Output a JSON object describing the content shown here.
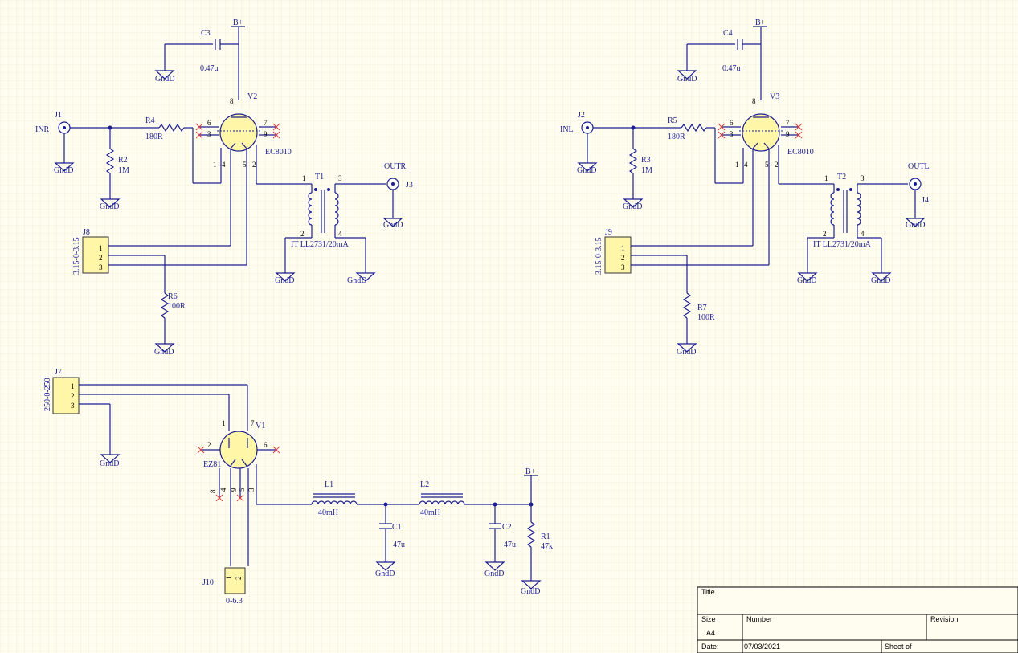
{
  "labels": {
    "bplus_r": "B+",
    "bplus_l": "B+",
    "bplus_psu": "B+",
    "c3": "C3",
    "c3_val": "0.47u",
    "c4": "C4",
    "c4_val": "0.47u",
    "v2": "V2",
    "v2_type": "EC8010",
    "v3": "V3",
    "v3_type": "EC8010",
    "v1": "V1",
    "v1_type": "EZ81",
    "j1": "J1",
    "j1_net": "INR",
    "j2": "J2",
    "j2_net": "INL",
    "j3": "J3",
    "j3_net": "OUTR",
    "j4": "J4",
    "j4_net": "OUTL",
    "r4": "R4",
    "r4_val": "180R",
    "r5": "R5",
    "r5_val": "180R",
    "r2": "R2",
    "r2_val": "1M",
    "r3": "R3",
    "r3_val": "1M",
    "r6": "R6",
    "r6_val": "100R",
    "r7": "R7",
    "r7_val": "100R",
    "r1": "R1",
    "r1_val": "47k",
    "t1": "T1",
    "t2": "T2",
    "t1_val": "IT LL2731/20mA",
    "t2_val": "IT LL2731/20mA",
    "j8": "J8",
    "j8_val": "3.15-0-3.15",
    "j9": "J9",
    "j9_val": "3.15-0-3.15",
    "j7": "J7",
    "j7_val": "250-0-250",
    "j10": "J10",
    "j10_val": "0-6.3",
    "l1": "L1",
    "l1_val": "40mH",
    "l2": "L2",
    "l2_val": "40mH",
    "c1": "C1",
    "c1_val": "47u",
    "c2": "C2",
    "c2_val": "47u",
    "gnd": "GndD"
  },
  "title_block": {
    "title_label": "Title",
    "size_label": "Size",
    "size_value": "A4",
    "number_label": "Number",
    "revision_label": "Revision",
    "date_label": "Date:",
    "date_value": "07/03/2021",
    "sheet_label": "Sheet    of"
  },
  "colors": {
    "wire": "#1b1f8f",
    "component_fill": "#fff6a8",
    "no_connect": "#e0383b",
    "background": "#fffdf0"
  }
}
